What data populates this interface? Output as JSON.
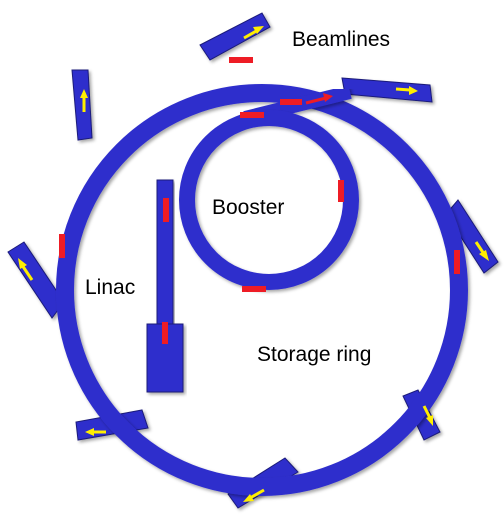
{
  "labels": {
    "beamlines": "Beamlines",
    "booster": "Booster",
    "linac": "Linac",
    "storage_ring": "Storage ring"
  },
  "colors": {
    "tube": "#2f2fcc",
    "tube_edge": "#1a1a7a",
    "magnet": "#ee1c25",
    "photon_arrow": "#ffee00"
  },
  "components": [
    "linac",
    "booster",
    "transfer-line",
    "storage-ring",
    "beamlines"
  ]
}
